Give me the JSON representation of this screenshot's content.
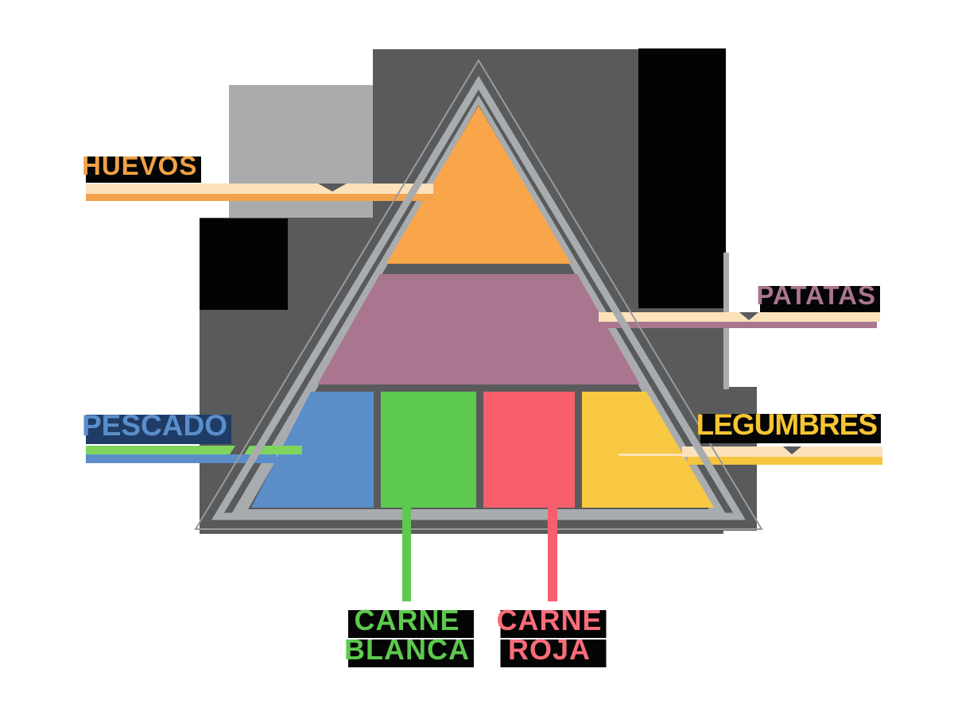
{
  "diagram": {
    "type": "food-pyramid",
    "levels": [
      {
        "id": "huevos",
        "label": "HUEVOS",
        "position": "top",
        "color": "#f9a64a"
      },
      {
        "id": "patatas",
        "label": "PATATAS",
        "position": "middle",
        "color": "#a9758f"
      },
      {
        "id": "pescado",
        "label": "PESCADO",
        "position": "bottom-left",
        "color": "#5b8ec9"
      },
      {
        "id": "carne-blanca",
        "label": "CARNE BLANCA",
        "position": "bottom-center-left",
        "color": "#5ec94f"
      },
      {
        "id": "carne-roja",
        "label": "CARNE ROJA",
        "position": "bottom-center-right",
        "color": "#f75f6d"
      },
      {
        "id": "legumbres",
        "label": "LEGUMBRES",
        "position": "bottom-right",
        "color": "#f8c843"
      }
    ]
  },
  "labels": {
    "huevos": "HUEVOS",
    "patatas": "PATATAS",
    "pescado": "PESCADO",
    "legumbres": "LEGUMBRES",
    "carne_blanca_line1": "CARNE",
    "carne_blanca_line2": "BLANCA",
    "carne_roja_line1": "CARNE",
    "carne_roja_line2": "ROJA"
  },
  "colors": {
    "dark": "#595a5c",
    "light_gray": "#a9abad",
    "black": "#030303",
    "border_gray": "#a9acae",
    "outline_gray": "#989b9d",
    "orange": "#f9a64a",
    "purple": "#a9758f",
    "blue": "#5b8ec9",
    "green": "#5ec94f",
    "red": "#f75f6d",
    "yellow": "#f8c843",
    "cream": "#fbe2bb",
    "band_orange": "#f4a24b",
    "band_mauve": "#a9758f",
    "band_green": "#7ed45c",
    "band_blue": "#5b8ec9",
    "band_yellow": "#f6c43d",
    "text_huevos": "#f0a245",
    "text_patatas": "#a9758f",
    "text_pescado": "#5b8ec9",
    "shadow_pescado": "#1e3c66",
    "text_legumbres": "#f6c532",
    "text_carne_blanca": "#5dc94f",
    "text_carne_roja": "#f86d79",
    "shadow_black": "#050505"
  }
}
